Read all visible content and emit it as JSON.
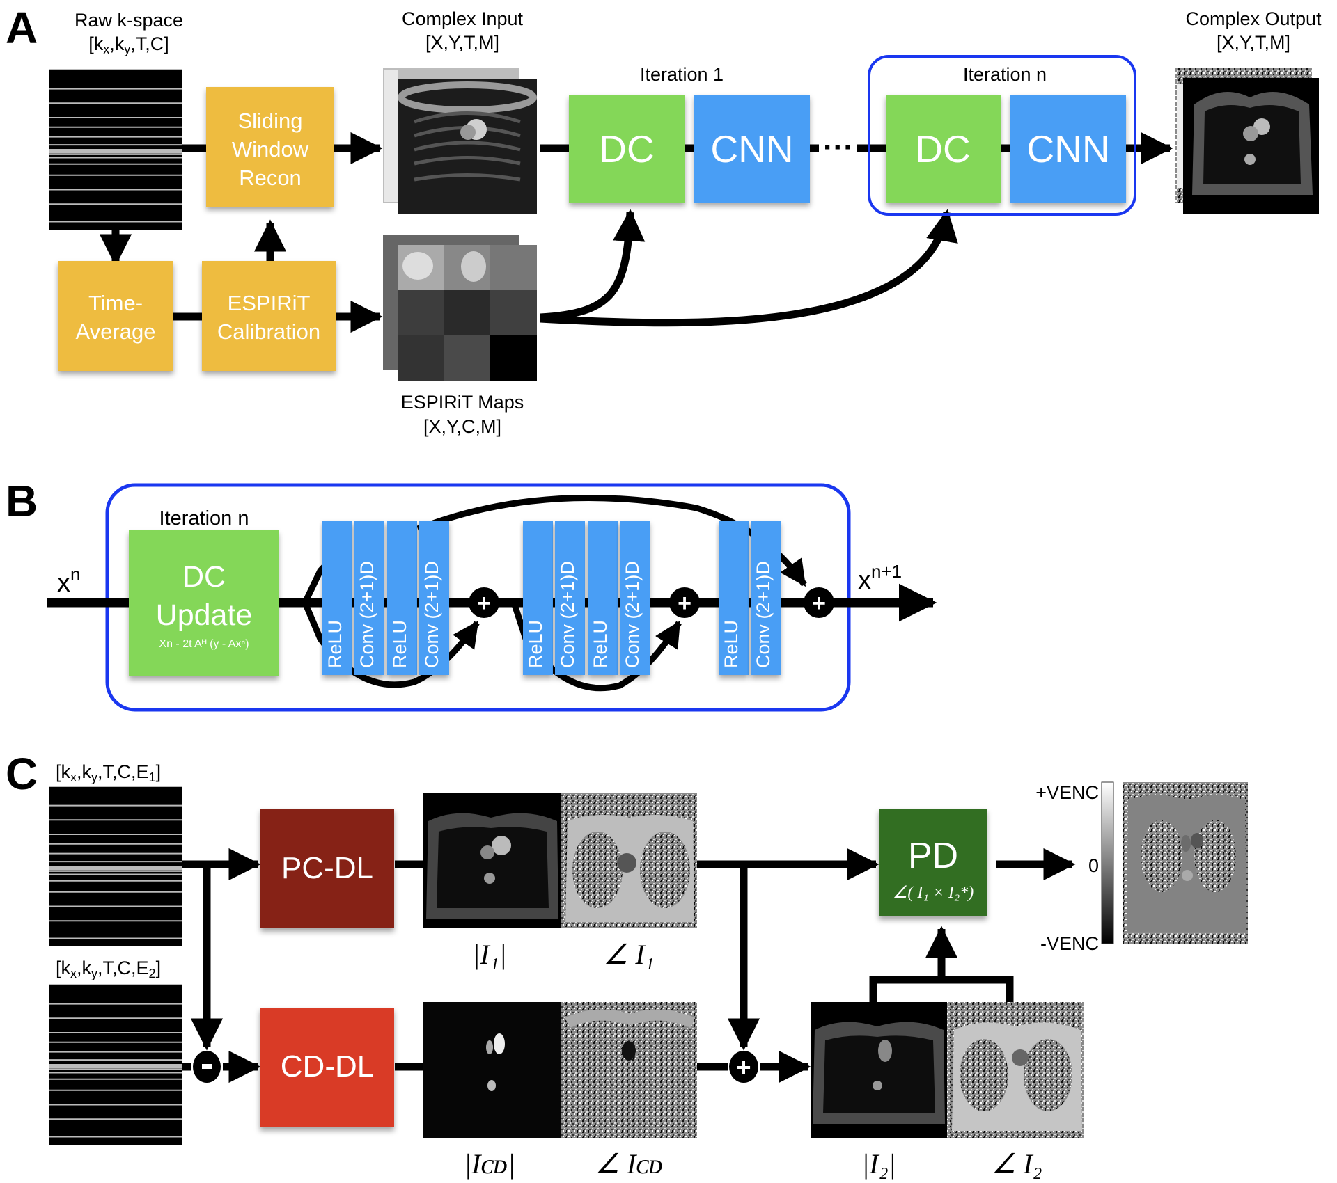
{
  "colors": {
    "orange_box": "#EEBC41",
    "green_box": "#84D758",
    "blue_box": "#4A9EF5",
    "iteration_outline": "#1A37F0",
    "pc_dl_box": "#862115",
    "cd_dl_box": "#D93B25",
    "pd_box": "#316E20",
    "line": "#000000"
  },
  "panel_a": {
    "panel_label": "A",
    "raw_kspace": {
      "title": "Raw k-space",
      "dims": "[kx,ky,T,C]"
    },
    "sliding_window": {
      "line1": "Sliding",
      "line2": "Window",
      "line3": "Recon"
    },
    "time_average": {
      "line1": "Time-",
      "line2": "Average"
    },
    "espirit_calibration": {
      "line1": "ESPIRiT",
      "line2": "Calibration"
    },
    "complex_input": {
      "title": "Complex Input",
      "dims": "[X,Y,T,M]"
    },
    "espirit_maps": {
      "title": "ESPIRiT Maps",
      "dims": "[X,Y,C,M]"
    },
    "iteration_1": {
      "label": "Iteration 1",
      "dc": "DC",
      "cnn": "CNN"
    },
    "ellipsis": "···",
    "iteration_n": {
      "label": "Iteration n",
      "dc": "DC",
      "cnn": "CNN"
    },
    "complex_output": {
      "title": "Complex Output",
      "dims": "[X,Y,T,M]"
    }
  },
  "panel_b": {
    "panel_label": "B",
    "iteration_label": "Iteration n",
    "input_label": "x",
    "input_sup": "n",
    "output_label": "x",
    "output_sup": "n+1",
    "dc_update": {
      "line1": "DC",
      "line2": "Update",
      "formula": "Xn - 2t Aᴴ (y - Axⁿ)"
    },
    "layers": [
      {
        "label": "ReLU"
      },
      {
        "label": "Conv (2+1)D"
      },
      {
        "label": "ReLU"
      },
      {
        "label": "Conv (2+1)D"
      },
      {
        "label": "ReLU"
      },
      {
        "label": "Conv (2+1)D"
      },
      {
        "label": "ReLU"
      },
      {
        "label": "Conv (2+1)D"
      },
      {
        "label": "ReLU"
      },
      {
        "label": "Conv (2+1)D"
      }
    ],
    "sum_symbol": "+"
  },
  "panel_c": {
    "panel_label": "C",
    "kspace_e1": "[kx,ky,T,C,E1]",
    "kspace_e2": "[kx,ky,T,C,E2]",
    "pc_dl": "PC-DL",
    "cd_dl": "CD-DL",
    "minus_symbol": "-",
    "plus_symbol": "+",
    "pd": {
      "title": "PD",
      "formula": "∠( I₁ × I₂*)"
    },
    "image_labels": {
      "mag_i1": "|I₁|",
      "phase_i1": "∠ I₁",
      "mag_icd": "|Iᴄᴅ|",
      "phase_icd": "∠ Iᴄᴅ",
      "mag_i2": "|I₂|",
      "phase_i2": "∠ I₂"
    },
    "colorbar": {
      "max": "+VENC",
      "mid": "0",
      "min": "-VENC"
    }
  }
}
